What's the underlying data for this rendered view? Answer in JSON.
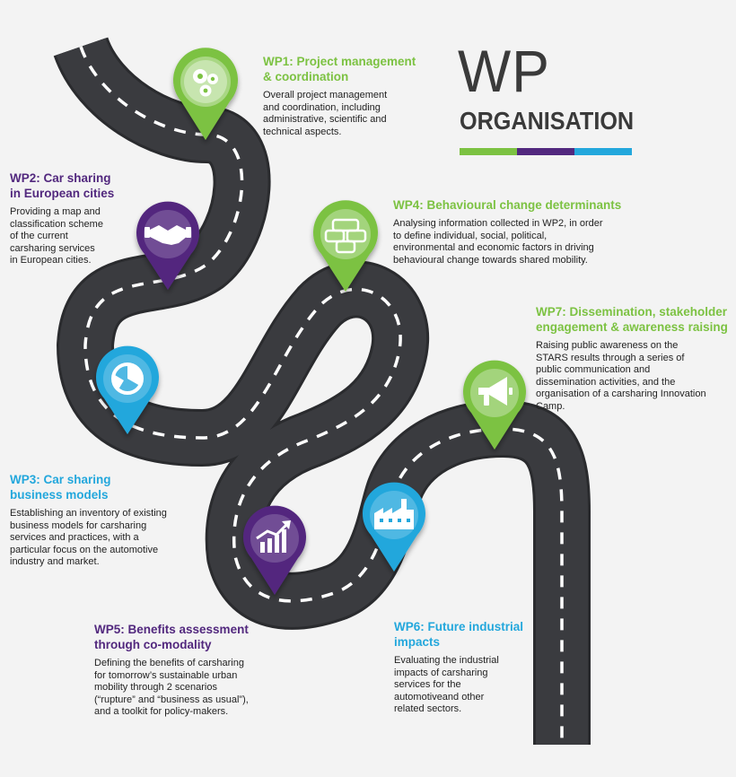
{
  "colors": {
    "green": "#7cc242",
    "purple": "#52287e",
    "blue": "#23a7dc",
    "road": "#2a2b2e",
    "background": "#f3f3f3"
  },
  "heading": {
    "title": "WP",
    "subtitle": "ORGANISATION",
    "bar_colors": [
      "#7cc242",
      "#52287e",
      "#23a7dc"
    ]
  },
  "work_packages": [
    {
      "id": "wp1",
      "title": "WP1: Project management\n& coordination",
      "description": "Overall project management\nand coordination, including\nadministrative, scientific and\ntechnical aspects.",
      "color": "#7cc242",
      "icon": "gears-icon"
    },
    {
      "id": "wp2",
      "title": "WP2: Car sharing\nin European cities",
      "description": "Providing a map and\nclassification scheme\nof the current\ncarsharing services\nin European cities.",
      "color": "#52287e",
      "icon": "handshake-icon"
    },
    {
      "id": "wp3",
      "title": "WP3: Car sharing\nbusiness models",
      "description": "Establishing an inventory of existing\nbusiness models for carsharing\nservices and practices, with a\nparticular focus on the automotive\nindustry and market.",
      "color": "#23a7dc",
      "icon": "pie-chart-icon"
    },
    {
      "id": "wp4",
      "title": "WP4: Behavioural change determinants",
      "description": "Analysing information collected in WP2, in order\nto define individual, social, political,\nenvironmental and economic factors in driving\nbehavioural change towards shared mobility.",
      "color": "#7cc242",
      "icon": "traffic-cars-icon"
    },
    {
      "id": "wp5",
      "title": "WP5: Benefits assessment\nthrough co-modality",
      "description": "Defining the benefits of carsharing\nfor tomorrow’s sustainable urban\nmobility through 2 scenarios\n(“rupture” and “business as usual”),\nand a toolkit for policy-makers.",
      "color": "#52287e",
      "icon": "growth-chart-icon"
    },
    {
      "id": "wp6",
      "title": "WP6: Future industrial\nimpacts",
      "description": "Evaluating the industrial\nimpacts of carsharing\nservices for the\nautomotiveand other\nrelated sectors.",
      "color": "#23a7dc",
      "icon": "factory-icon"
    },
    {
      "id": "wp7",
      "title": "WP7: Dissemination, stakeholder\nengagement & awareness raising",
      "description": "Raising public awareness on the\nSTARS results through a series of\npublic communication and\ndissemination activities, and the\norganisation of a carsharing Innovation\nCamp.",
      "color": "#7cc242",
      "icon": "megaphone-icon"
    }
  ]
}
